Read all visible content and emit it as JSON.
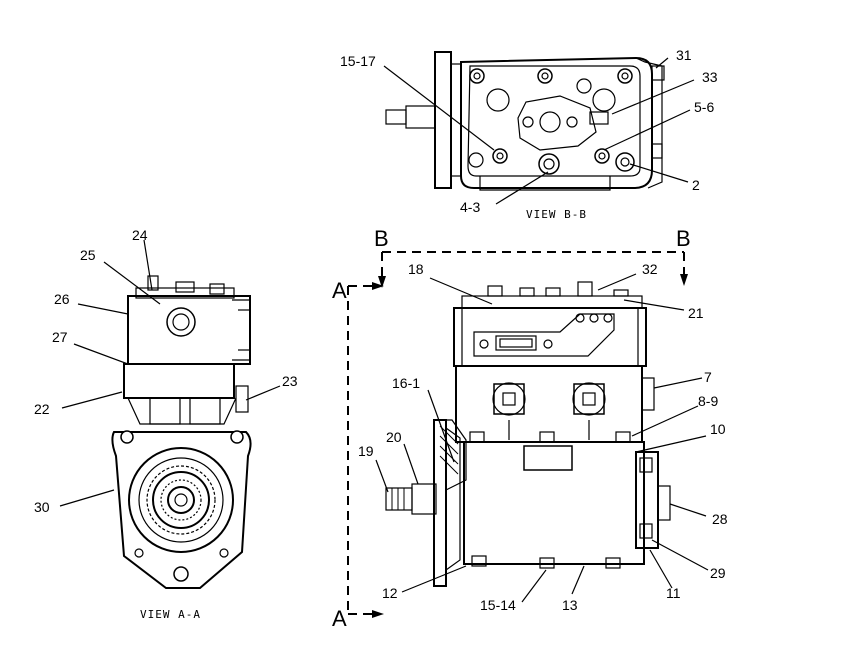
{
  "views": {
    "view_aa": "VIEW A-A",
    "view_bb": "VIEW B-B"
  },
  "section_markers": {
    "a_top": "A",
    "a_bottom": "A",
    "b_left": "B",
    "b_right": "B"
  },
  "callouts": {
    "c15_17_top": "15-17",
    "c31": "31",
    "c33": "33",
    "c5_6": "5-6",
    "c2": "2",
    "c4_3": "4-3",
    "c24": "24",
    "c25": "25",
    "c26": "26",
    "c27": "27",
    "c23": "23",
    "c22": "22",
    "c30": "30",
    "c18": "18",
    "c32": "32",
    "c21": "21",
    "c16_1": "16-1",
    "c7": "7",
    "c8_9": "8-9",
    "c10": "10",
    "c19": "19",
    "c20": "20",
    "c28": "28",
    "c29": "29",
    "c12": "12",
    "c15_14": "15-14",
    "c13": "13",
    "c11": "11"
  }
}
